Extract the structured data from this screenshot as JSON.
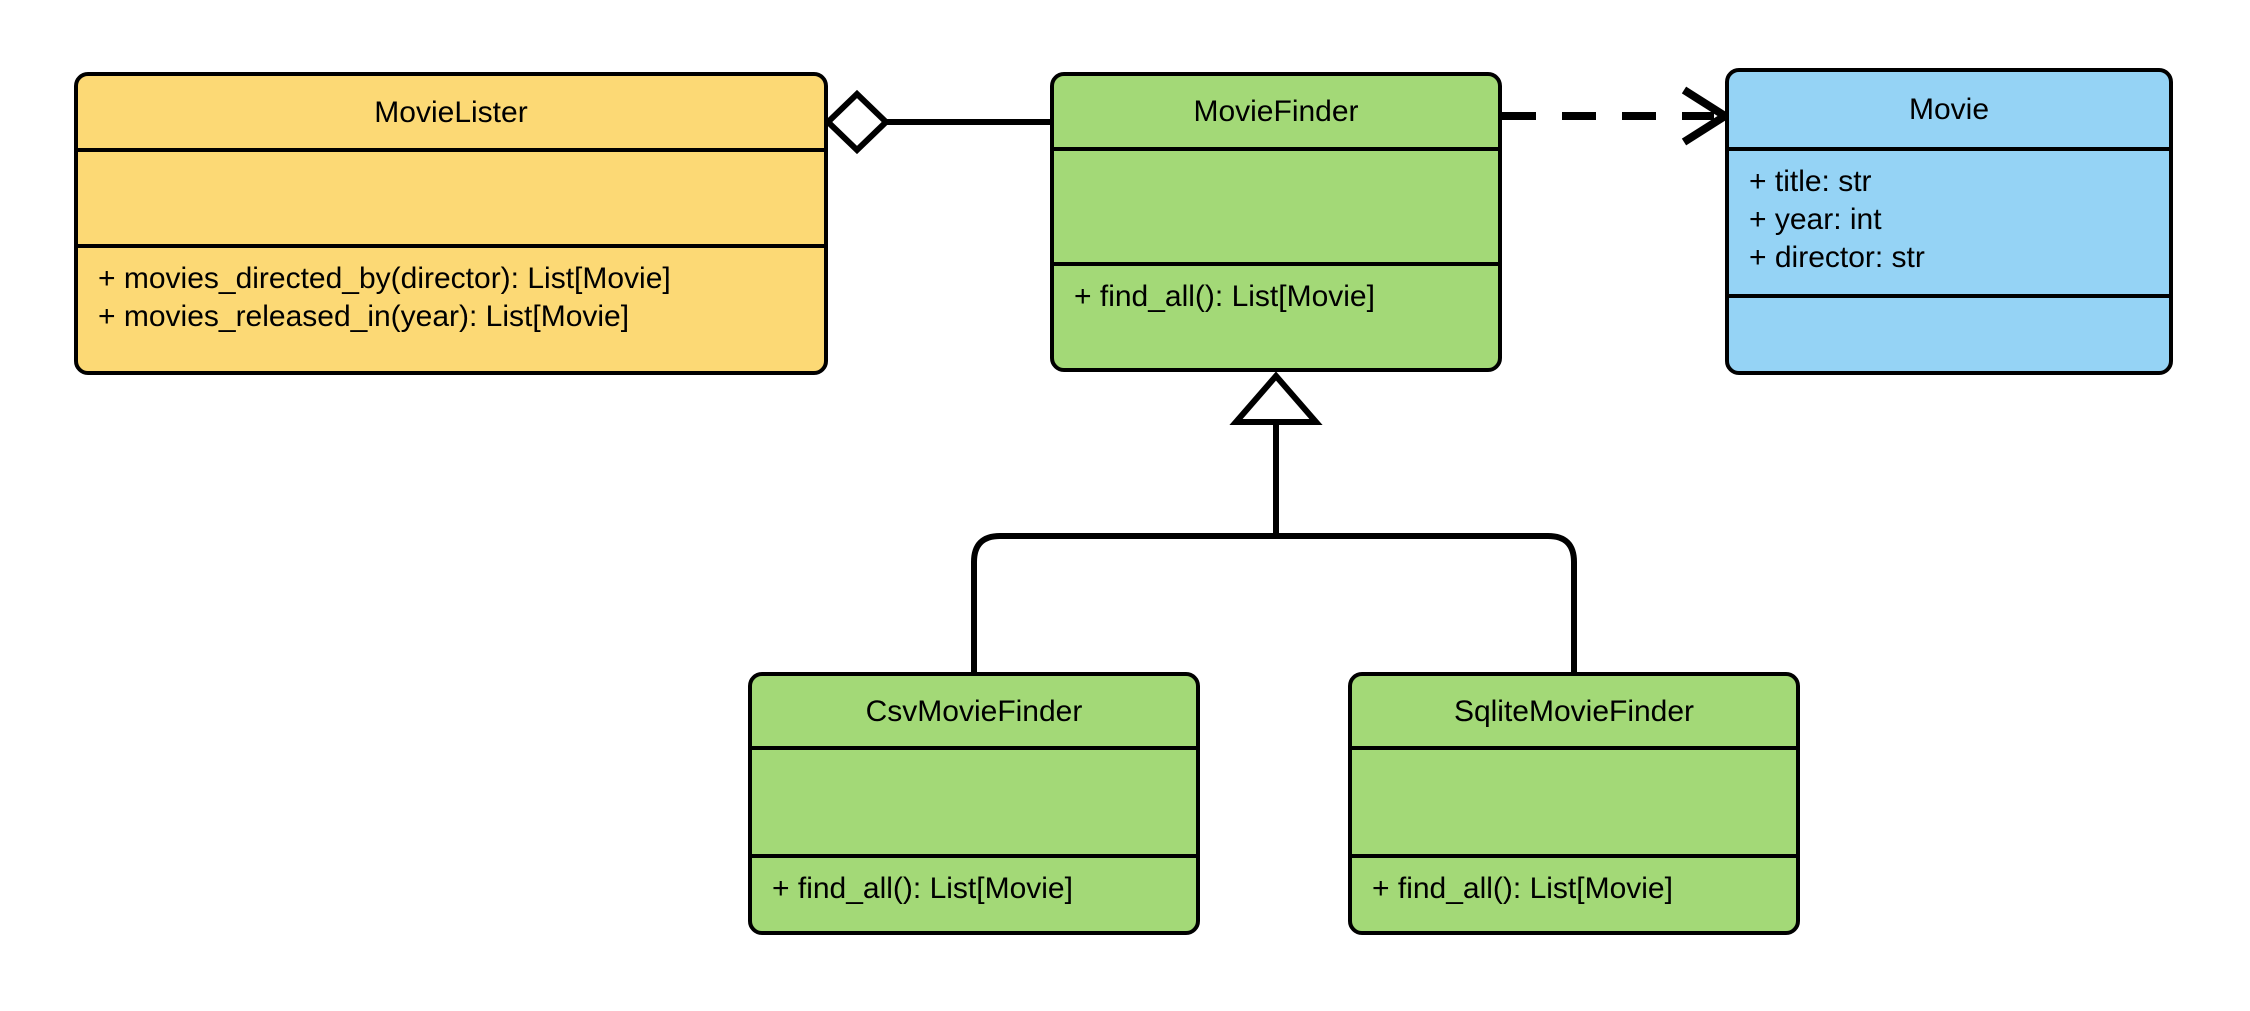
{
  "diagram": {
    "type": "uml-class-diagram",
    "title": "",
    "background": "#ffffff",
    "line_color": "#000000",
    "palette": {
      "yellow": "#FCD975",
      "green": "#A3D977",
      "blue": "#95D3F5",
      "stroke": "#000000"
    },
    "classes": [
      {
        "id": "movie-lister",
        "name": "MovieLister",
        "fill": "#FCD975",
        "attributes": [],
        "methods": [
          "+ movies_directed_by(director): List[Movie]",
          "+ movies_released_in(year): List[Movie]"
        ]
      },
      {
        "id": "movie-finder",
        "name": "MovieFinder",
        "fill": "#A3D977",
        "attributes": [],
        "methods": [
          "+ find_all(): List[Movie]"
        ]
      },
      {
        "id": "movie",
        "name": "Movie",
        "fill": "#95D3F5",
        "attributes": [
          "+ title: str",
          "+ year: int",
          "+ director: str"
        ],
        "methods": []
      },
      {
        "id": "csv-movie-finder",
        "name": "CsvMovieFinder",
        "fill": "#A3D977",
        "attributes": [],
        "methods": [
          "+ find_all(): List[Movie]"
        ]
      },
      {
        "id": "sqlite-movie-finder",
        "name": "SqliteMovieFinder",
        "fill": "#A3D977",
        "attributes": [],
        "methods": [
          "+ find_all(): List[Movie]"
        ]
      }
    ],
    "relationships": [
      {
        "id": "lister-aggregates-finder",
        "kind": "aggregation",
        "from": "MovieLister",
        "to": "MovieFinder",
        "line": "solid",
        "source_decoration": "hollow-diamond",
        "target_decoration": "none",
        "label": ""
      },
      {
        "id": "finder-depends-movie",
        "kind": "dependency",
        "from": "MovieFinder",
        "to": "Movie",
        "line": "dashed",
        "source_decoration": "none",
        "target_decoration": "open-arrow",
        "label": ""
      },
      {
        "id": "csv-inherits-finder",
        "kind": "generalization",
        "from": "CsvMovieFinder",
        "to": "MovieFinder",
        "line": "solid",
        "source_decoration": "none",
        "target_decoration": "hollow-triangle",
        "label": ""
      },
      {
        "id": "sqlite-inherits-finder",
        "kind": "generalization",
        "from": "SqliteMovieFinder",
        "to": "MovieFinder",
        "line": "solid",
        "source_decoration": "none",
        "target_decoration": "hollow-triangle",
        "label": ""
      }
    ]
  }
}
